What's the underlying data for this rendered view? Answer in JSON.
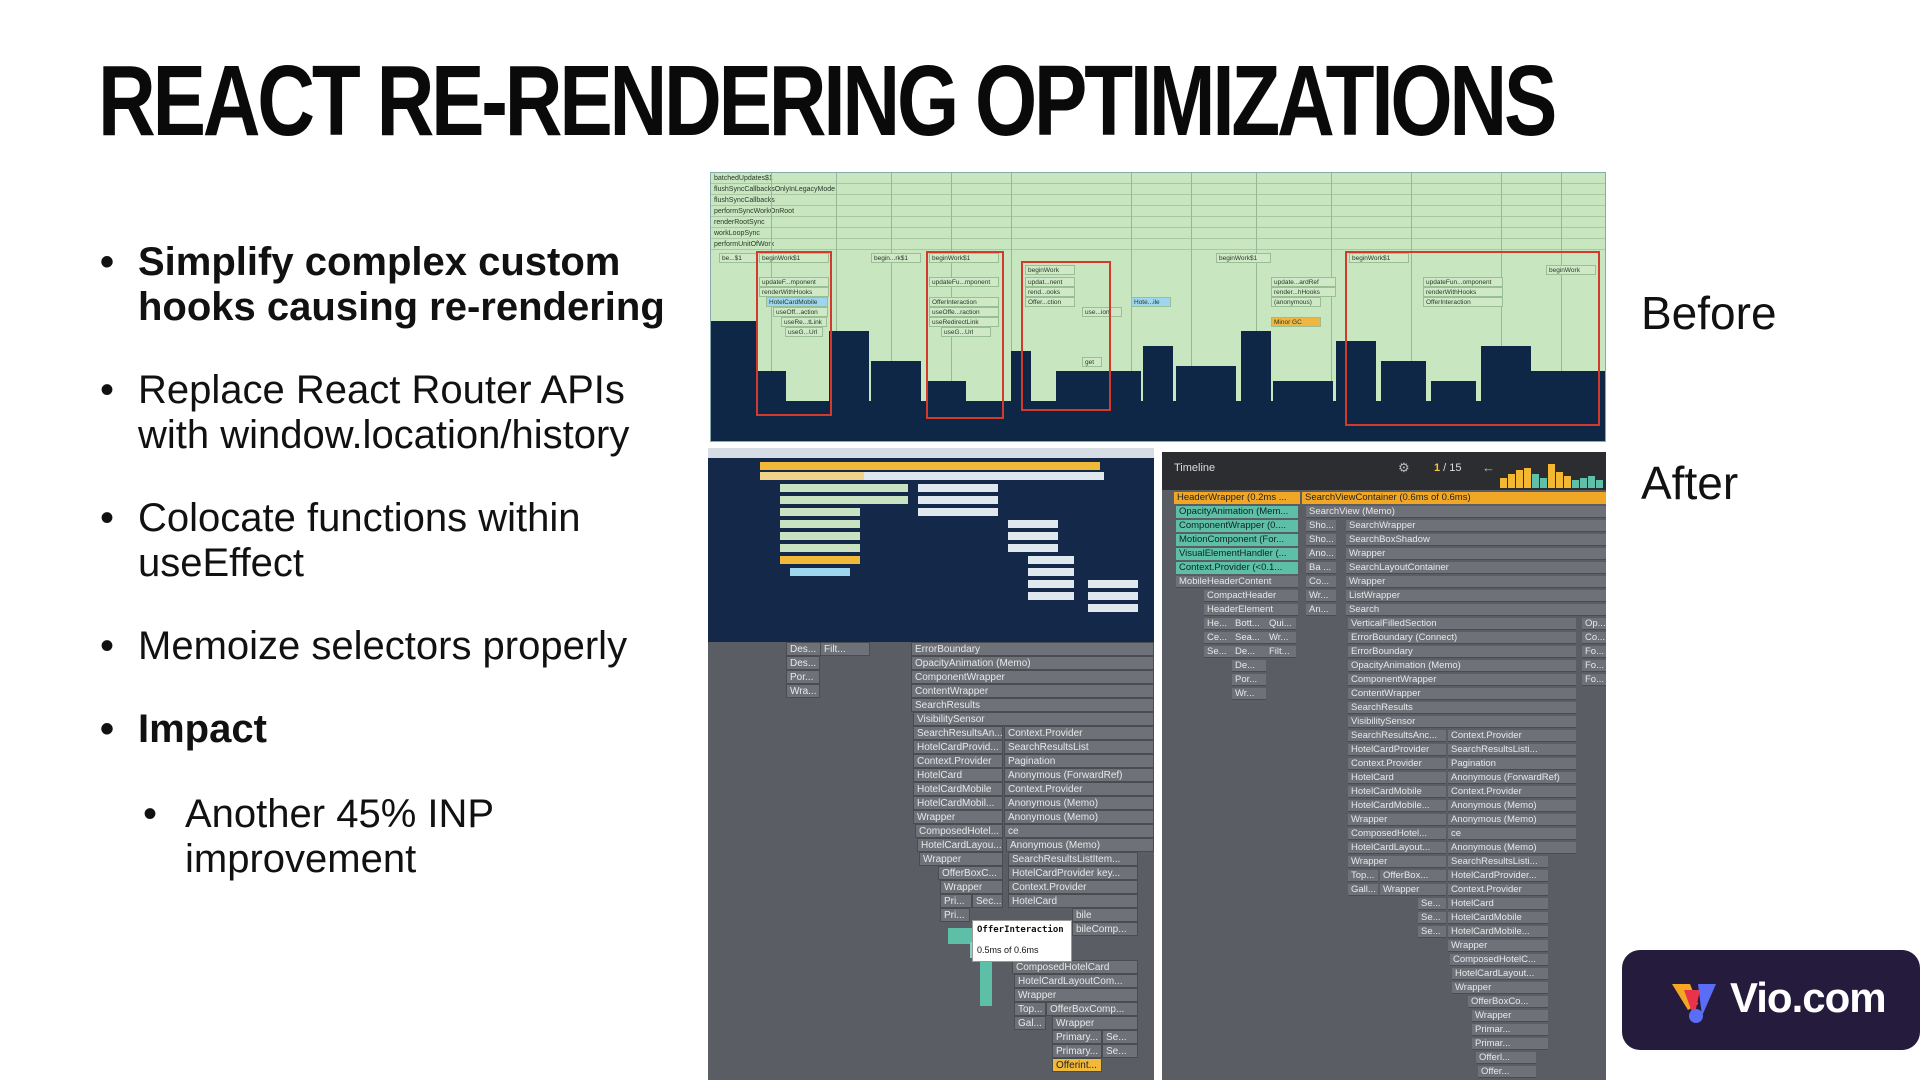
{
  "slide": {
    "title": "REACT RE-RENDERING OPTIMIZATIONS",
    "bullets": [
      {
        "text": "Simplify complex custom hooks causing re-rendering",
        "bold": true
      },
      {
        "text": "Replace React Router APIs with window.location/history",
        "bold": false
      },
      {
        "text": "Colocate functions within useEffect",
        "bold": false
      },
      {
        "text": "Memoize selectors properly",
        "bold": false
      },
      {
        "text": "Impact",
        "bold": true
      }
    ],
    "sub_bullet": "Another 45% INP improvement",
    "label_before": "Before",
    "label_after": "After"
  },
  "before_chart": {
    "stack_rows": [
      "batchedUpdates$1",
      "flushSyncCallbacksOnlyInLegacyMode",
      "flushSyncCallbacks",
      "performSyncWorkOnRoot",
      "renderRootSync",
      "workLoopSync",
      "performUnitOfWork"
    ],
    "cells": [
      "be...$1",
      "beginWork$1",
      "begin...rk$1",
      "beginWork$1",
      "beginWork",
      "beginWork$1",
      "beginWork$1",
      "beginWork",
      "updateF...mponent",
      "renderWithHooks",
      "HotelCardMobile",
      "useOff...action",
      "useRe...tLink",
      "useG...Url",
      "updateFu...mponent",
      "OfferInteraction",
      "useOffe...raction",
      "useRedirectLink",
      "useG...Url",
      "updat...nent",
      "rend...ooks",
      "Offer...ction",
      "update...ardRef",
      "render...hHooks",
      "(anonymous)",
      "Minor GC",
      "updateFun...omponent",
      "renderWithHooks",
      "OfferInteraction",
      "use...ion",
      "Hote...ile",
      "get"
    ]
  },
  "after_left": {
    "names": [
      "Des...",
      "Filt...",
      "Des...",
      "Por...",
      "Wra..."
    ],
    "tree": [
      "ErrorBoundary",
      "OpacityAnimation (Memo)",
      "ComponentWrapper",
      "ContentWrapper",
      "SearchResults",
      "VisibilitySensor",
      "SearchResultsAn...",
      "Context.Provider",
      "HotelCardProvid...",
      "SearchResultsList",
      "Context.Provider",
      "Pagination",
      "HotelCard",
      "Anonymous (ForwardRef)",
      "HotelCardMobile",
      "Context.Provider",
      "HotelCardMobil...",
      "Anonymous (Memo)",
      "Wrapper",
      "Anonymous (Memo)",
      "ComposedHotel...",
      "ce",
      "HotelCardLayou...",
      "Anonymous (Memo)",
      "Wrapper",
      "SearchResultsListItem...",
      "OfferBoxC...",
      "HotelCardProvider key...",
      "Wrapper",
      "Context.Provider",
      "Pri...",
      "Sec...",
      "HotelCard",
      "Pri...",
      "bile",
      "bileComp...",
      "ComposedHotelCard",
      "HotelCardLayoutCom...",
      "Wrapper",
      "Top...",
      "OfferBoxComp...",
      "Gal...",
      "Wrapper",
      "Primary...",
      "Se...",
      "Primary...",
      "Se...",
      "Offerint..."
    ],
    "tooltip_name": "OfferInteraction",
    "tooltip_time": "0.5ms of 0.6ms"
  },
  "after_right": {
    "panel_title": "Timeline",
    "page_current": "1",
    "page_sep": " / 15",
    "orange_bars": [
      "HeaderWrapper (0.2ms ...",
      "SearchViewContainer (0.6ms of 0.6ms)"
    ],
    "teal_bars": [
      "OpacityAnimation (Mem...",
      "ComponentWrapper (0....",
      "MotionComponent (For...",
      "VisualElementHandler (...",
      "Context.Provider (<0.1..."
    ],
    "gray_left": [
      "MobileHeaderContent",
      "CompactHeader",
      "HeaderElement",
      "He...",
      "Bott...",
      "Qui...",
      "Ce...",
      "Sea...",
      "Wr...",
      "Se...",
      "De...",
      "Filt...",
      "De...",
      "Por...",
      "Wr..."
    ],
    "gray_mid": [
      "Sho...",
      "Sho...",
      "Ano...",
      "Ba ...",
      "Co...",
      "Wr...",
      "An..."
    ],
    "tree": [
      "SearchView (Memo)",
      "SearchWrapper",
      "SearchBoxShadow",
      "Wrapper",
      "SearchLayoutContainer",
      "Wrapper",
      "ListWrapper",
      "Search",
      "VerticalFilledSection",
      "ErrorBoundary (Connect)",
      "ErrorBoundary",
      "OpacityAnimation (Memo)",
      "ComponentWrapper",
      "ContentWrapper",
      "SearchResults",
      "VisibilitySensor",
      "SearchResultsAnc...",
      "Context.Provider",
      "HotelCardProvider",
      "SearchResultsListi...",
      "Context.Provider",
      "Pagination",
      "HotelCard",
      "Anonymous (ForwardRef)",
      "HotelCardMobile",
      "Context.Provider",
      "HotelCardMobile...",
      "Anonymous (Memo)",
      "Wrapper",
      "Anonymous (Memo)",
      "ComposedHotel...",
      "ce",
      "HotelCardLayout...",
      "Anonymous (Memo)",
      "Wrapper",
      "SearchResultsListi...",
      "Top...",
      "OfferBox...",
      "HotelCardProvider...",
      "Gall...",
      "Wrapper",
      "Context.Provider",
      "Se...",
      "HotelCard",
      "Se...",
      "HotelCardMobile",
      "Se...",
      "HotelCardMobile...",
      "Wrapper",
      "ComposedHotelC...",
      "HotelCardLayout...",
      "Wrapper",
      "OfferBoxCo...",
      "Wrapper",
      "Primar...",
      "Primar...",
      "Offerl...",
      "Offer..."
    ],
    "edge": [
      "Op...",
      "Co...",
      "Fo...",
      "Fo...",
      "Fo..."
    ]
  },
  "logo": {
    "text": "Vio.com",
    "mark_colors": [
      "#f5a623",
      "#e8334a",
      "#5b6cf6"
    ]
  }
}
